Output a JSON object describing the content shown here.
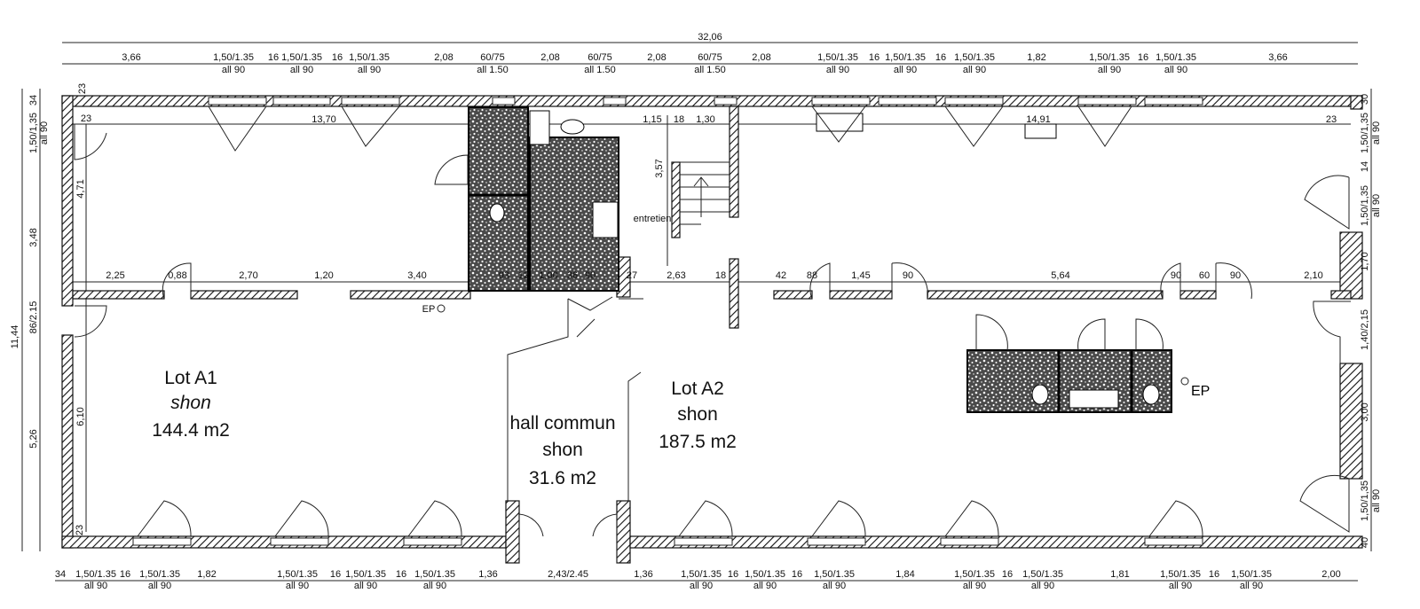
{
  "plan": {
    "overall_width": "32,06",
    "overall_height": "11,44",
    "top_dims": [
      {
        "t": "3,66"
      },
      {
        "t": "1,50/1.35",
        "s": "all 90"
      },
      {
        "t": "16"
      },
      {
        "t": "1,50/1.35",
        "s": "all 90"
      },
      {
        "t": "16"
      },
      {
        "t": "1,50/1.35",
        "s": "all 90"
      },
      {
        "t": "2,08"
      },
      {
        "t": "60/75",
        "s": "all 1.50"
      },
      {
        "t": "2,08"
      },
      {
        "t": "60/75",
        "s": "all 1.50"
      },
      {
        "t": "2,08"
      },
      {
        "t": "60/75",
        "s": "all 1.50"
      },
      {
        "t": "2,08"
      },
      {
        "t": "1,50/1.35",
        "s": "all 90"
      },
      {
        "t": "16"
      },
      {
        "t": "1,50/1.35",
        "s": "all 90"
      },
      {
        "t": "16"
      },
      {
        "t": "1,50/1.35",
        "s": "all 90"
      },
      {
        "t": "1,82"
      },
      {
        "t": "1,50/1.35",
        "s": "all 90"
      },
      {
        "t": "16"
      },
      {
        "t": "1,50/1.35",
        "s": "all 90"
      },
      {
        "t": "3,66"
      }
    ],
    "bottom_dims": [
      {
        "t": "34"
      },
      {
        "t": "1,50/1.35",
        "s": "all 90"
      },
      {
        "t": "16"
      },
      {
        "t": "1,50/1.35",
        "s": "all 90"
      },
      {
        "t": "1,82"
      },
      {
        "t": "1,50/1.35",
        "s": "all 90"
      },
      {
        "t": "16"
      },
      {
        "t": "1,50/1.35",
        "s": "all 90"
      },
      {
        "t": "16"
      },
      {
        "t": "1,50/1.35",
        "s": "all 90"
      },
      {
        "t": "1,36"
      },
      {
        "t": "2,43/2.45"
      },
      {
        "t": "1,36"
      },
      {
        "t": "1,50/1.35",
        "s": "all 90"
      },
      {
        "t": "16"
      },
      {
        "t": "1,50/1.35",
        "s": "all 90"
      },
      {
        "t": "16"
      },
      {
        "t": "1,50/1.35",
        "s": "all 90"
      },
      {
        "t": "1,84"
      },
      {
        "t": "1,50/1.35",
        "s": "all 90"
      },
      {
        "t": "16"
      },
      {
        "t": "1,50/1.35",
        "s": "all 90"
      },
      {
        "t": "1,81"
      },
      {
        "t": "1,50/1.35",
        "s": "all 90"
      },
      {
        "t": "16"
      },
      {
        "t": "1,50/1.35",
        "s": "all 90"
      },
      {
        "t": "2,00"
      }
    ],
    "left_dims": [
      {
        "t": "34"
      },
      {
        "t": "1,50/1,35",
        "s": "all 90"
      },
      {
        "t": "3,48"
      },
      {
        "t": "86/2.15"
      },
      {
        "t": "5,26"
      }
    ],
    "left_inner_dims": [
      {
        "t": "4,71"
      },
      {
        "t": "6,10"
      },
      {
        "t": "23"
      },
      {
        "t": "23"
      },
      {
        "t": "23"
      }
    ],
    "right_dims": [
      {
        "t": "30"
      },
      {
        "t": "1,50/1,35",
        "s": "all 90"
      },
      {
        "t": "14"
      },
      {
        "t": "1,50/1,35",
        "s": "all 90"
      },
      {
        "t": "1,70"
      },
      {
        "t": "1,40/2,15"
      },
      {
        "t": "3,00"
      },
      {
        "t": "1,50/1,35",
        "s": "all 90"
      },
      {
        "t": "40"
      }
    ],
    "upper_interior_dims": [
      {
        "t": "13,70"
      },
      {
        "t": "1,15"
      },
      {
        "t": "18"
      },
      {
        "t": "1,30"
      },
      {
        "t": "14,91"
      },
      {
        "t": "23"
      },
      {
        "t": "3,57"
      }
    ],
    "middle_dims": [
      {
        "t": "2,25"
      },
      {
        "t": "0,88"
      },
      {
        "t": "2,70"
      },
      {
        "t": "1,20"
      },
      {
        "t": "3,40"
      },
      {
        "t": "93"
      },
      {
        "t": "12"
      },
      {
        "t": "1,00"
      },
      {
        "t": "36"
      },
      {
        "t": "90"
      },
      {
        "t": "27"
      },
      {
        "t": "2,63"
      },
      {
        "t": "18"
      },
      {
        "t": "42"
      },
      {
        "t": "88"
      },
      {
        "t": "1,45"
      },
      {
        "t": "90"
      },
      {
        "t": "5,64"
      },
      {
        "t": "90"
      },
      {
        "t": "60"
      },
      {
        "t": "90"
      },
      {
        "t": "2,10"
      }
    ],
    "labels": {
      "entretien": "entretien",
      "ep_left": "EP",
      "ep_right": "EP"
    },
    "rooms": {
      "lot_a1": {
        "name": "Lot A1",
        "type": "shon",
        "area": "144.4 m2"
      },
      "hall": {
        "name": "hall commun",
        "type": "shon",
        "area": "31.6 m2"
      },
      "lot_a2": {
        "name": "Lot A2",
        "type": "shon",
        "area": "187.5 m2"
      }
    }
  }
}
